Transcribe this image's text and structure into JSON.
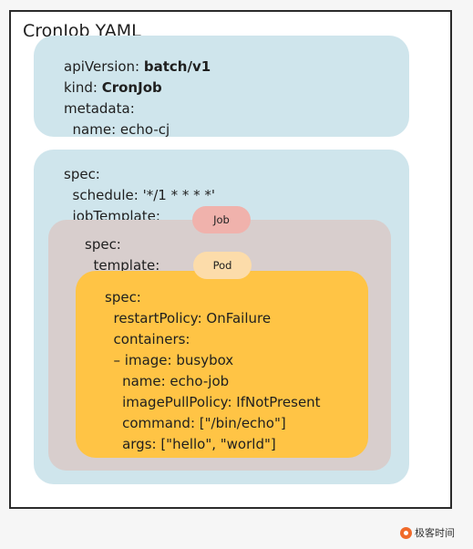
{
  "title": "CronJob YAML",
  "meta": {
    "api_key": "apiVersion: ",
    "api_val": "batch/v1",
    "kind_key": "kind: ",
    "kind_val": "CronJob",
    "metadata": "metadata:",
    "name": "  name: echo-cj"
  },
  "spec": {
    "spec": "spec:",
    "schedule": "  schedule: '*/1 * * * *'",
    "job_template": "  jobTemplate:"
  },
  "job": {
    "badge": "Job",
    "spec": "spec:",
    "template": "  template:"
  },
  "pod": {
    "badge": "Pod",
    "lines": [
      "spec:",
      "  restartPolicy: OnFailure",
      "  containers:",
      "  – image: busybox",
      "    name: echo-job",
      "    imagePullPolicy: IfNotPresent",
      "    command: [\"/bin/echo\"]",
      "    args: [\"hello\", \"world\"]"
    ]
  },
  "watermark": {
    "icon": "geekbang-logo-icon",
    "text": "极客时间"
  },
  "colors": {
    "meta_bg": "#cfe5ec",
    "job_bg": "#d8cecd",
    "pod_bg": "#ffc445",
    "job_badge": "#f0b2ac",
    "pod_badge": "#fcdcaa"
  }
}
